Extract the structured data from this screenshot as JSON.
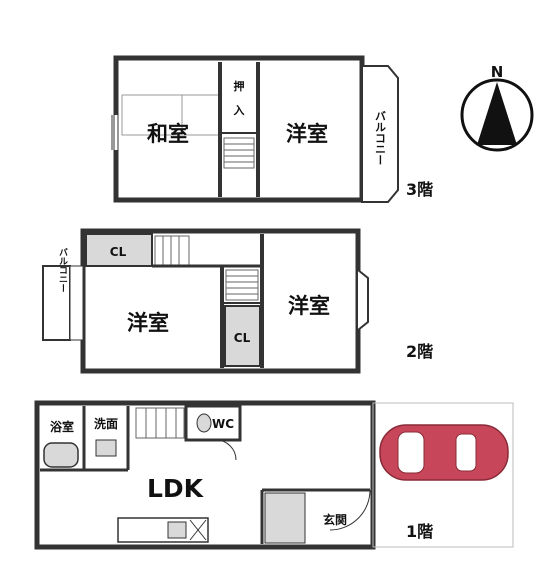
{
  "floors": {
    "f3": {
      "label": "3階",
      "rooms": {
        "washitsu": "和室",
        "youshitsu": "洋室",
        "oshiire": "押入",
        "balcony": "バルコニー"
      }
    },
    "f2": {
      "label": "2階",
      "rooms": {
        "youshitsu_left": "洋室",
        "youshitsu_right": "洋室",
        "cl_top": "CL",
        "cl_mid": "CL",
        "balcony": "バルコニー"
      }
    },
    "f1": {
      "label": "1階",
      "rooms": {
        "yokushitsu": "浴室",
        "senmen": "洗面",
        "wc": "WC",
        "ldk": "LDK",
        "genkan": "玄関"
      }
    }
  },
  "compass": {
    "label": "N",
    "icon": "north-arrow-icon"
  },
  "colors": {
    "wall": "#333333",
    "fixture": "#d9d9d9",
    "car": "#c8465a"
  }
}
